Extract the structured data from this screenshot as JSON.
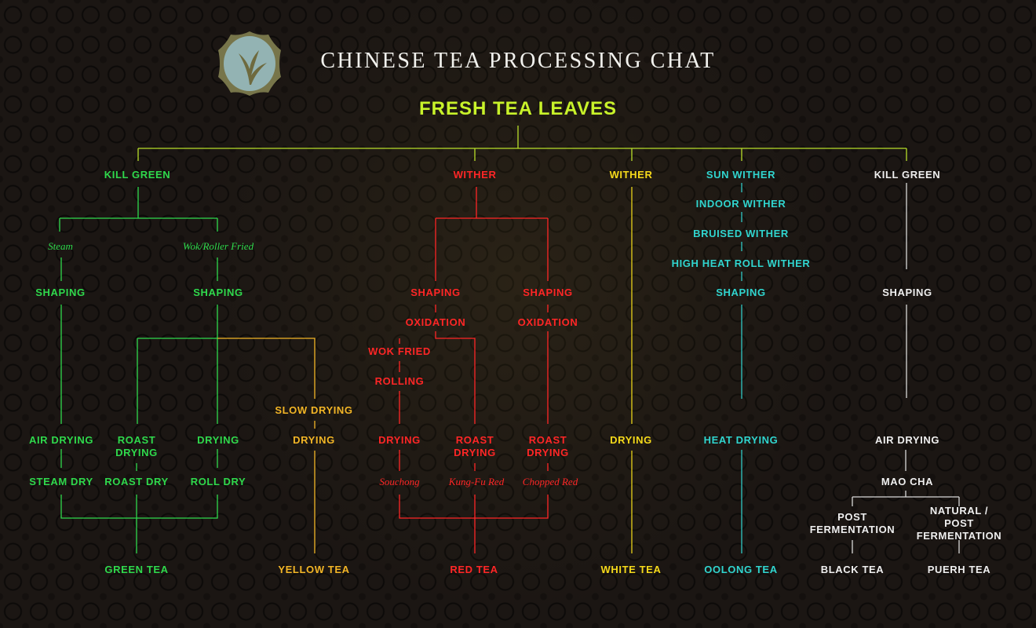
{
  "title": "CHINESE TEA PROCESSING CHAT",
  "root": "FRESH TEA LEAVES",
  "colors": {
    "root": "#c8f22a",
    "green": "#2fd94c",
    "yellow_tea": "#f2b526",
    "red": "#ff2626",
    "white_tea": "#f5d91a",
    "oolong": "#30d5cf",
    "dark": "#efefef"
  },
  "logo_icon": "tea-leaf-seal-icon",
  "green": {
    "start": "KILL GREEN",
    "methods": [
      "Steam",
      "Wok/Roller Fried"
    ],
    "shaping": "SHAPING",
    "drying": [
      "AIR DRYING",
      "ROAST\nDRYING",
      "DRYING"
    ],
    "dry": [
      "STEAM DRY",
      "ROAST DRY",
      "ROLL DRY"
    ],
    "result": "GREEN TEA"
  },
  "yellow": {
    "slow": "SLOW DRYING",
    "drying": "DRYING",
    "result": "YELLOW TEA"
  },
  "red": {
    "start": "WITHER",
    "shaping": [
      "SHAPING",
      "SHAPING"
    ],
    "oxidation": [
      "OXIDATION",
      "OXIDATION"
    ],
    "wok": "WOK FRIED",
    "rolling": "ROLLING",
    "drying": [
      "DRYING",
      "ROAST\nDRYING",
      "ROAST\nDRYING"
    ],
    "varieties": [
      "Souchong",
      "Kung-Fu Red",
      "Chopped Red"
    ],
    "result": "RED TEA"
  },
  "white": {
    "start": "WITHER",
    "drying": "DRYING",
    "result": "WHITE TEA"
  },
  "oolong": {
    "steps": [
      "SUN WITHER",
      "INDOOR WITHER",
      "BRUISED WITHER",
      "HIGH HEAT ROLL WITHER",
      "SHAPING"
    ],
    "drying": "HEAT DRYING",
    "result": "OOLONG TEA"
  },
  "dark": {
    "start": "KILL GREEN",
    "shaping": "SHAPING",
    "drying": "AIR DRYING",
    "mao": "MAO CHA",
    "ferment": [
      "POST\nFERMENTATION",
      "NATURAL / POST\nFERMENTATION"
    ],
    "results": [
      "BLACK TEA",
      "PUERH TEA"
    ]
  }
}
